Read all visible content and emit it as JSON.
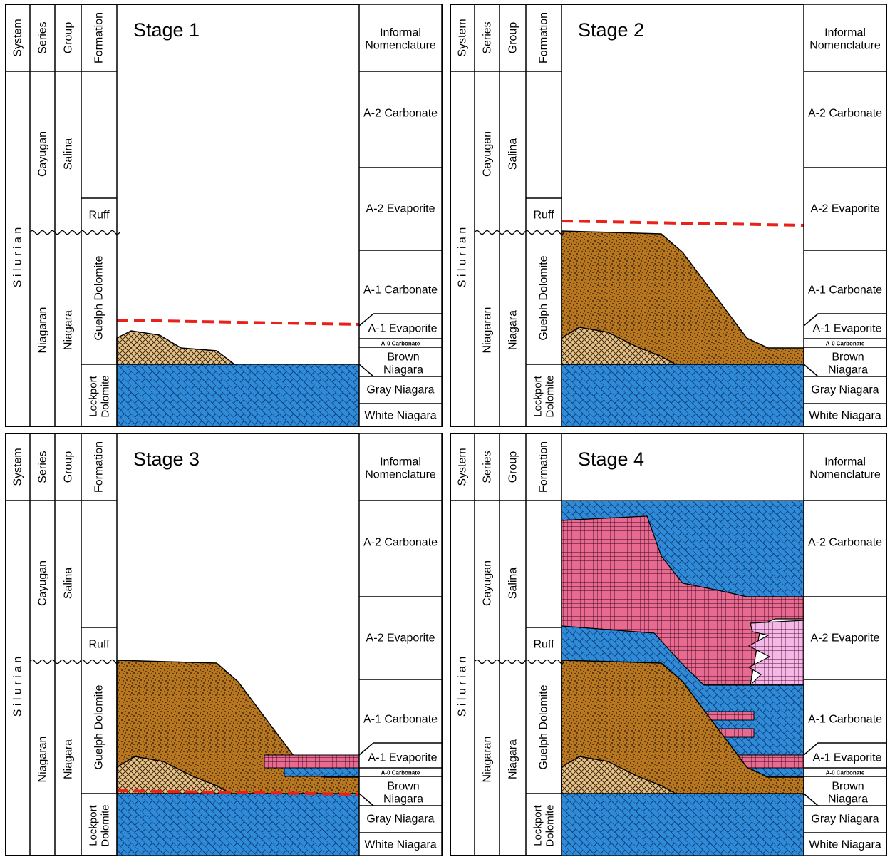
{
  "headers": {
    "system": "System",
    "series": "Series",
    "group": "Group",
    "formation": "Formation",
    "informal": [
      "Informal",
      "Nomenclature"
    ]
  },
  "units": {
    "system": "S i l u r i a n",
    "series_upper": "Cayugan",
    "series_lower": "Niagaran",
    "group_upper": "Salina",
    "group_lower": "Niagara",
    "formation_ruff": "Ruff",
    "formation_guelph": "Guelph Dolomite",
    "formation_lockport": [
      "Lockport",
      "Dolomite"
    ]
  },
  "informal_units": {
    "a2_carbonate": "A-2 Carbonate",
    "a2_evaporite": "A-2 Evaporite",
    "a1_carbonate": "A-1 Carbonate",
    "a1_evaporite": "A-1 Evaporite",
    "a0_carbonate": "A-0 Carbonate",
    "brown_niagara": [
      "Brown",
      "Niagara"
    ],
    "gray_niagara": "Gray Niagara",
    "white_niagara": "White Niagara"
  },
  "stages": [
    {
      "id": "stage1",
      "title": "Stage 1"
    },
    {
      "id": "stage2",
      "title": "Stage 2"
    },
    {
      "id": "stage3",
      "title": "Stage 3"
    },
    {
      "id": "stage4",
      "title": "Stage 4"
    }
  ],
  "colors": {
    "dolomite_blue": "#2f8ad8",
    "reef_brown": "#b8761e",
    "reef_core_tan": "#e8c48a",
    "evaporite_pink": "#e86a90",
    "evaporite_light_pink": "#f4b8e6",
    "sea_level_red": "#e8221a"
  },
  "legend_patterns": {
    "dolomite": "brick-pattern",
    "reef": "speckle-pattern",
    "reef_core": "crosshatch-pattern",
    "evaporite": "grid-pattern"
  }
}
